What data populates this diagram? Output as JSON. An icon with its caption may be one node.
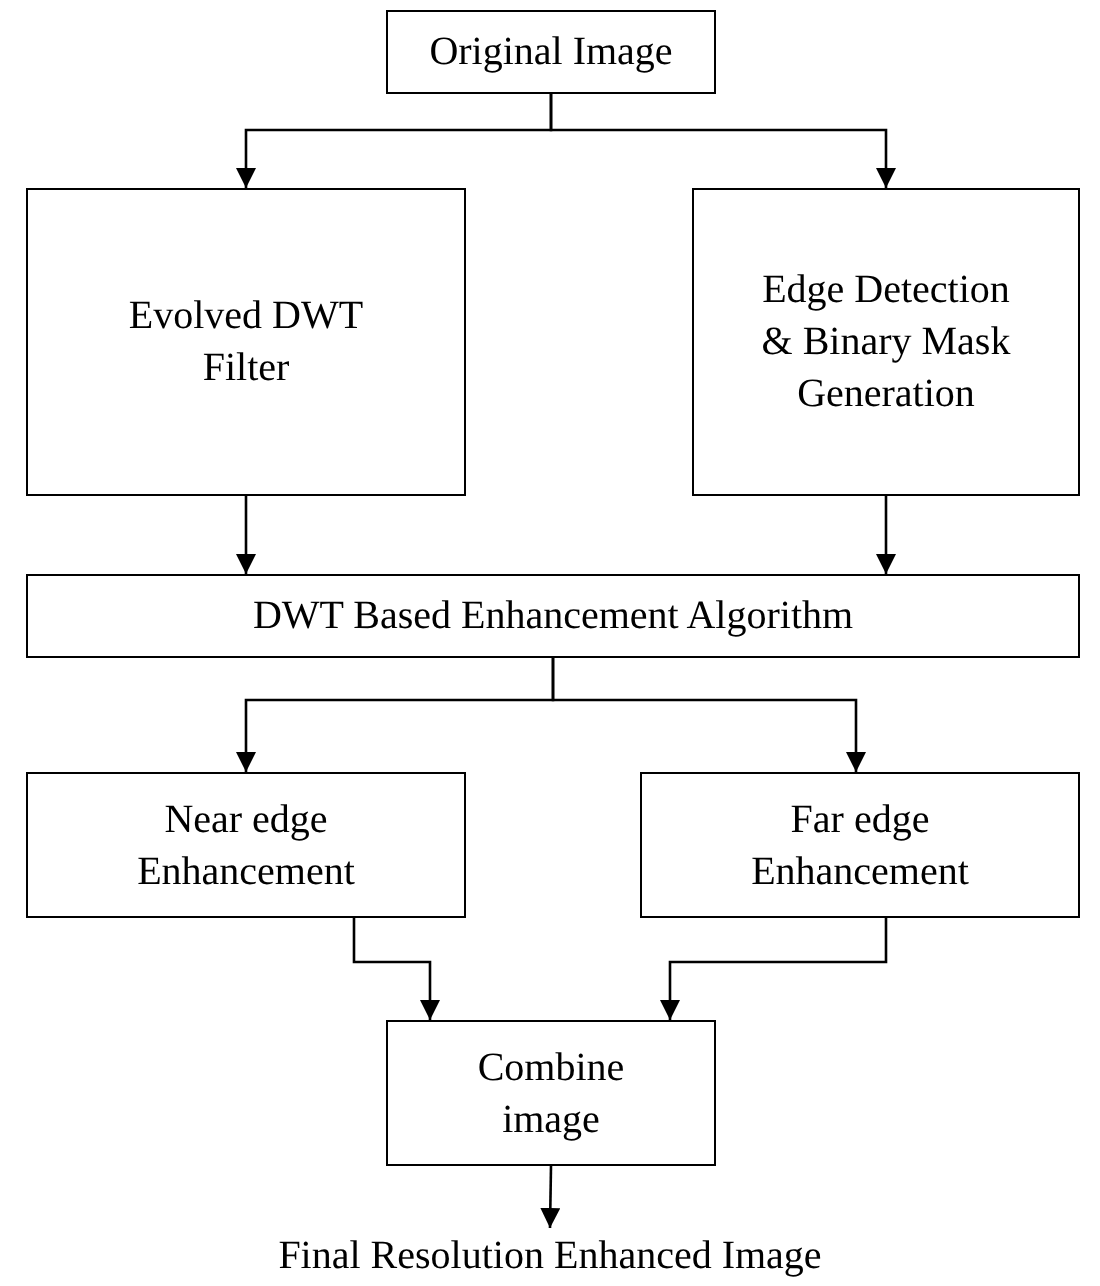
{
  "diagram": {
    "nodes": [
      {
        "text": [
          "Original Image"
        ]
      },
      {
        "text": [
          "Evolved DWT Filter"
        ]
      },
      {
        "text": [
          "Edge Detection & Binary Mask Generation"
        ]
      },
      {
        "text": [
          "DWT Based Enhancement Algorithm"
        ]
      },
      {
        "text": [
          "Near edge Enhancement"
        ]
      },
      {
        "text": [
          "Far edge Enhancement"
        ]
      },
      {
        "text": [
          "Combine image"
        ]
      },
      {
        "text": [
          "Final Resolution Enhanced Image"
        ]
      }
    ],
    "edges": [
      {
        "from": 0,
        "to": 1,
        "arrow": "to"
      },
      {
        "from": 0,
        "to": 2,
        "arrow": "to"
      },
      {
        "from": 1,
        "to": 3,
        "arrow": "to"
      },
      {
        "from": 2,
        "to": 3,
        "arrow": "to"
      },
      {
        "from": 3,
        "to": 4,
        "arrow": "to"
      },
      {
        "from": 3,
        "to": 5,
        "arrow": "to"
      },
      {
        "from": 4,
        "to": 6,
        "arrow": "to"
      },
      {
        "from": 5,
        "to": 6,
        "arrow": "to"
      },
      {
        "from": 6,
        "to": 7,
        "arrow": "to"
      }
    ]
  }
}
